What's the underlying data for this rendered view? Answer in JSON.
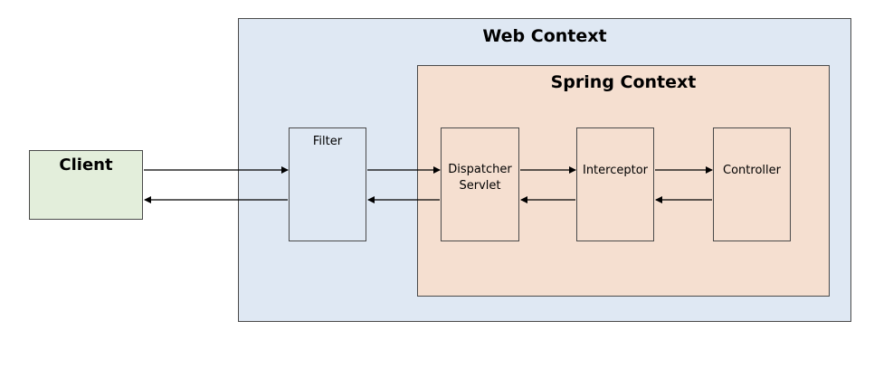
{
  "web_context": {
    "title": "Web Context",
    "fill": "#dfe8f3"
  },
  "spring_context": {
    "title": "Spring Context",
    "fill": "#f5dfd0"
  },
  "client": {
    "label": "Client",
    "fill": "#e3eedb"
  },
  "filter": {
    "label": "Filter",
    "fill": "#dfe8f3"
  },
  "dispatcher": {
    "line1": "Dispatcher",
    "line2": "Servlet",
    "fill": "#f5dfd0"
  },
  "interceptor": {
    "label": "Interceptor",
    "fill": "#f5dfd0"
  },
  "controller": {
    "label": "Controller",
    "fill": "#f5dfd0"
  }
}
